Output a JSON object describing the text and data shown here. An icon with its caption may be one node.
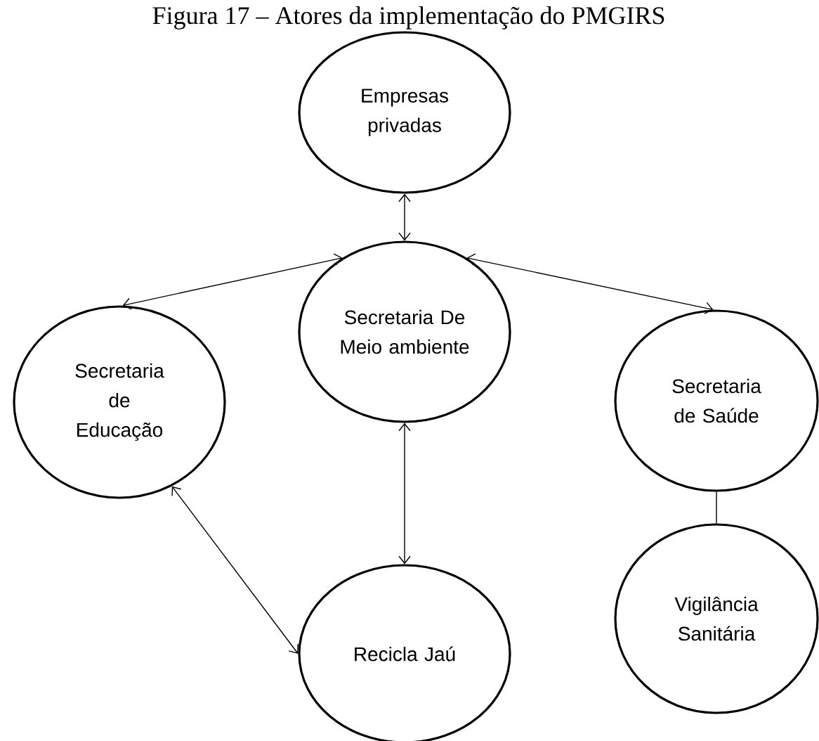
{
  "diagram": {
    "title": "Figura 17 – Atores da implementação do PMGIRS",
    "nodes": [
      {
        "text": [
          "Empresas privadas"
        ]
      },
      {
        "text": [
          "Secretaria De Meio ambiente"
        ]
      },
      {
        "text": [
          "Secretaria de Educação"
        ]
      },
      {
        "text": [
          "Secretaria de Saúde"
        ]
      },
      {
        "text": [
          "Recicla Jaú"
        ]
      },
      {
        "text": [
          "Vigilância Sanitária"
        ]
      }
    ],
    "edges": [
      {
        "from": 0,
        "to": 1,
        "arrow": "both"
      },
      {
        "from": 1,
        "to": 2,
        "arrow": "both"
      },
      {
        "from": 1,
        "to": 3,
        "arrow": "both"
      },
      {
        "from": 1,
        "to": 4,
        "arrow": "both"
      },
      {
        "from": 2,
        "to": 4,
        "arrow": "both"
      },
      {
        "from": 3,
        "to": 5,
        "arrow": "none"
      }
    ]
  }
}
